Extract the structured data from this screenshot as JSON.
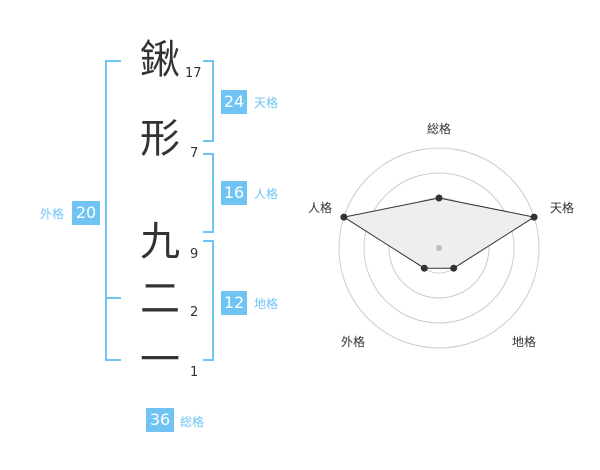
{
  "name": {
    "chars": [
      {
        "char": "鍬",
        "strokes": "17"
      },
      {
        "char": "形",
        "strokes": "7"
      },
      {
        "char": "九",
        "strokes": "9"
      },
      {
        "char": "二",
        "strokes": "2"
      },
      {
        "char": "一",
        "strokes": "1"
      }
    ]
  },
  "fortunes": {
    "tenkaku": {
      "value": "24",
      "label": "天格"
    },
    "jinkaku": {
      "value": "16",
      "label": "人格"
    },
    "chikaku": {
      "value": "12",
      "label": "地格"
    },
    "gaikaku": {
      "value": "20",
      "label": "外格"
    },
    "soukaku": {
      "value": "36",
      "label": "総格"
    }
  },
  "colors": {
    "accent": "#6fc4f4",
    "text": "#333333",
    "radar_fill": "#eeeeee",
    "radar_ring": "#cccccc"
  },
  "chart_data": {
    "type": "radar",
    "axes": [
      "総格",
      "天格",
      "地格",
      "外格",
      "人格"
    ],
    "rings": 4,
    "values": [
      2,
      4,
      1,
      1,
      4
    ],
    "max": 4
  }
}
